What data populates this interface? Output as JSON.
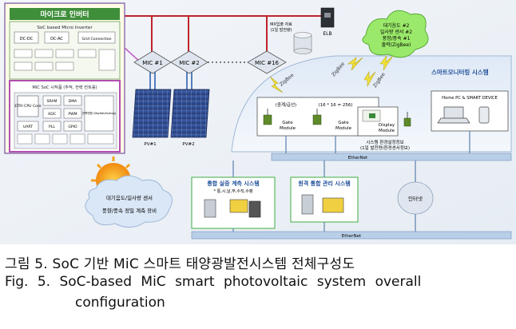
{
  "inverter": {
    "title": "마이크로 인버터",
    "inner_title": "SoC based Micro Inverter",
    "dc_dc": "DC-DC",
    "dc_ac": "DC-AC",
    "grid_conn": "Grid Connection",
    "soc_title": "MiC SoC 시작품 (추적, 전력 컨트롤)",
    "blocks": [
      "ETRI CPU Core",
      "SRAM",
      "DMA",
      "ADC",
      "PWM",
      "UART",
      "PLL",
      "GPIO",
      "전력변환 (Digital/Analog)"
    ]
  },
  "mics": [
    "MIC #1",
    "MIC #2",
    "MIC #16"
  ],
  "pv": [
    "PV#1",
    "PV#2"
  ],
  "elb": "ELB",
  "mx_note": [
    "MX입출 자료",
    "(1일 발전량)"
  ],
  "zigbee_cloud": [
    "대기음도 #2",
    "일사량 센서 #2",
    "풍향/풍속 #1",
    "출력(ZigBee)"
  ],
  "zigbee": "ZigBee",
  "monitoring": {
    "title": "스마트모니터링 시스템",
    "gate1": [
      "(중계/급선)",
      "Gate",
      "Module"
    ],
    "gate2": [
      "(16 * 16 = 256)",
      "Gate",
      "Module"
    ],
    "display": [
      "Display",
      "Module"
    ],
    "home": "Home PC & SMART DEVICE",
    "info": [
      "시스템 환경설정정보",
      "(1일 발전량/환경센서정보)"
    ]
  },
  "ethernet": "EtherNet",
  "sun": [
    "대기음도/일사량 센서",
    "풍향/풍속 정밀 계측 장비"
  ],
  "integrated": {
    "title": "통합 실증 계측 시스템",
    "sub": "* 통,시,날,부,수직,수평"
  },
  "remote": {
    "title": "원격 통합 관리 시스템"
  },
  "internet": "인터넷",
  "caption": {
    "kr": "그림 5. SoC 기반 MiC 스마트 태양광발전시스템 전체구성도",
    "en1": "Fig. 5. SoC-based MiC smart photovoltaic system overall",
    "en2": "configuration"
  }
}
